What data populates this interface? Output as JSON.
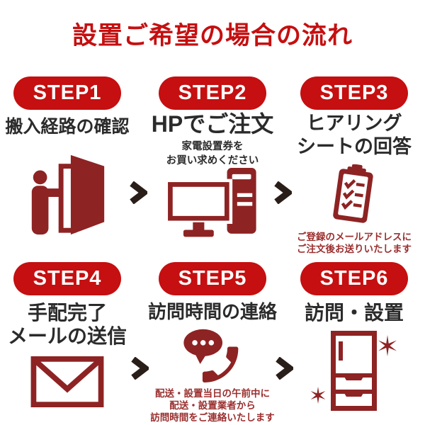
{
  "title": "設置ご希望の場合の流れ",
  "colors": {
    "accent_red": "#c50f10",
    "icon_red": "#8e2323",
    "note_red": "#9b2f2f",
    "text_dark": "#2b2b2b",
    "arrow_dark": "#2a1e19",
    "background": "#ffffff"
  },
  "arrow_icon": "chevron-right",
  "steps": [
    {
      "badge": "STEP1",
      "label_lines": [
        "搬入経路の確認"
      ],
      "icon": "door-icon"
    },
    {
      "badge": "STEP2",
      "label_lines": [
        "HPでご注文"
      ],
      "sub_lines": [
        "家電設置券を",
        "お買い求めください"
      ],
      "icon": "computer-icon"
    },
    {
      "badge": "STEP3",
      "label_lines": [
        "ヒアリング",
        "シートの回答"
      ],
      "icon": "clipboard-icon",
      "note_lines": [
        "ご登録のメールアドレスに",
        "ご注文後お送りいたします"
      ]
    },
    {
      "badge": "STEP4",
      "label_lines": [
        "手配完了",
        "メールの送信"
      ],
      "icon": "envelope-icon"
    },
    {
      "badge": "STEP5",
      "label_lines": [
        "訪問時間の連絡"
      ],
      "icon": "phone-icon",
      "note_lines": [
        "配送・設置当日の午前中に",
        "配送・設置業者から",
        "訪問時間をご連絡いたします"
      ]
    },
    {
      "badge": "STEP6",
      "label_lines": [
        "訪問・設置"
      ],
      "icon": "fridge-icon"
    }
  ]
}
